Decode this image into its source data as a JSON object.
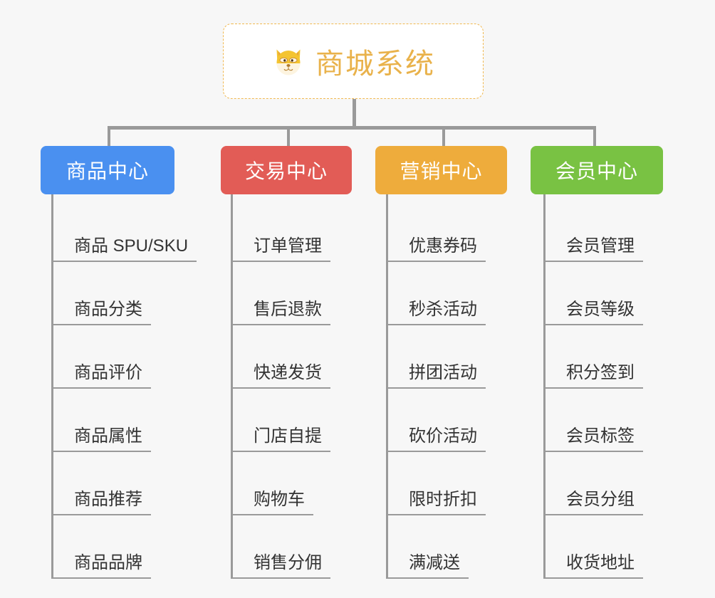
{
  "diagram": {
    "type": "mind-map",
    "background_color": "#f7f7f7",
    "root": {
      "title": "商城系统",
      "icon": "shiba-dog-face-icon",
      "text_color": "#e9b24b",
      "border_color": "#f0b850",
      "fill_color": "#ffffff"
    },
    "connector_color": "#9a9a9a",
    "branches": [
      {
        "label": "商品中心",
        "color": "#4a90f0",
        "items": [
          "商品 SPU/SKU",
          "商品分类",
          "商品评价",
          "商品属性",
          "商品推荐",
          "商品品牌"
        ]
      },
      {
        "label": "交易中心",
        "color": "#e25c56",
        "items": [
          "订单管理",
          "售后退款",
          "快递发货",
          "门店自提",
          "购物车",
          "销售分佣"
        ]
      },
      {
        "label": "营销中心",
        "color": "#eeac3c",
        "items": [
          "优惠券码",
          "秒杀活动",
          "拼团活动",
          "砍价活动",
          "限时折扣",
          "满减送"
        ]
      },
      {
        "label": "会员中心",
        "color": "#79c243",
        "items": [
          "会员管理",
          "会员等级",
          "积分签到",
          "会员标签",
          "会员分组",
          "收货地址"
        ]
      }
    ]
  }
}
